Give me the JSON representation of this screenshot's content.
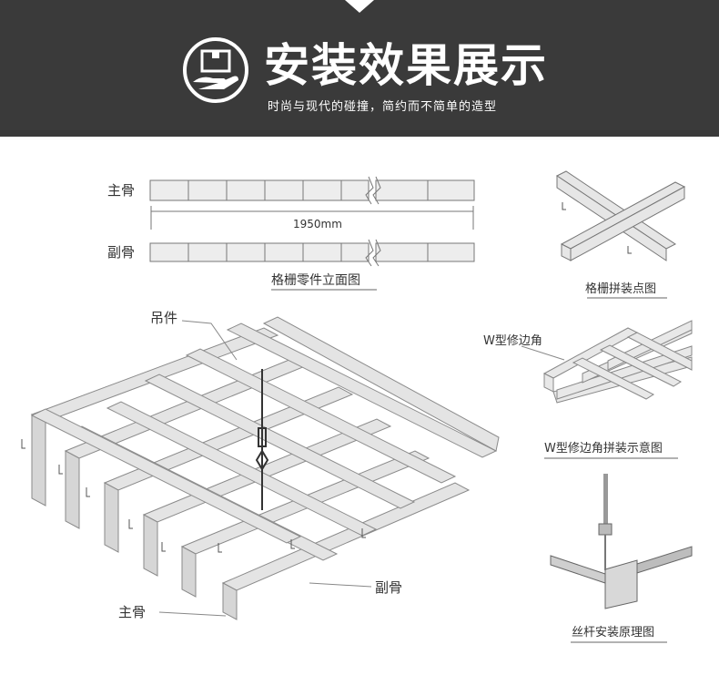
{
  "header": {
    "title": "安装效果展示",
    "subtitle": "时尚与现代的碰撞，简约而不简单的造型"
  },
  "elevation": {
    "main_label": "主骨",
    "sub_label": "副骨",
    "dimension": "1950mm",
    "caption": "格栅零件立面图"
  },
  "assembly_point": {
    "caption": "格栅拼装点图"
  },
  "w_corner": {
    "label": "W型修边角",
    "caption": "W型修边角拼装示意图"
  },
  "grid": {
    "hanger_label": "吊件",
    "sub_label": "副骨",
    "main_label": "主骨"
  },
  "rod": {
    "caption": "丝杆安装原理图"
  },
  "colors": {
    "header_bg": "#3a3a3a",
    "panel": "#e6e6e6",
    "line": "#888888"
  }
}
